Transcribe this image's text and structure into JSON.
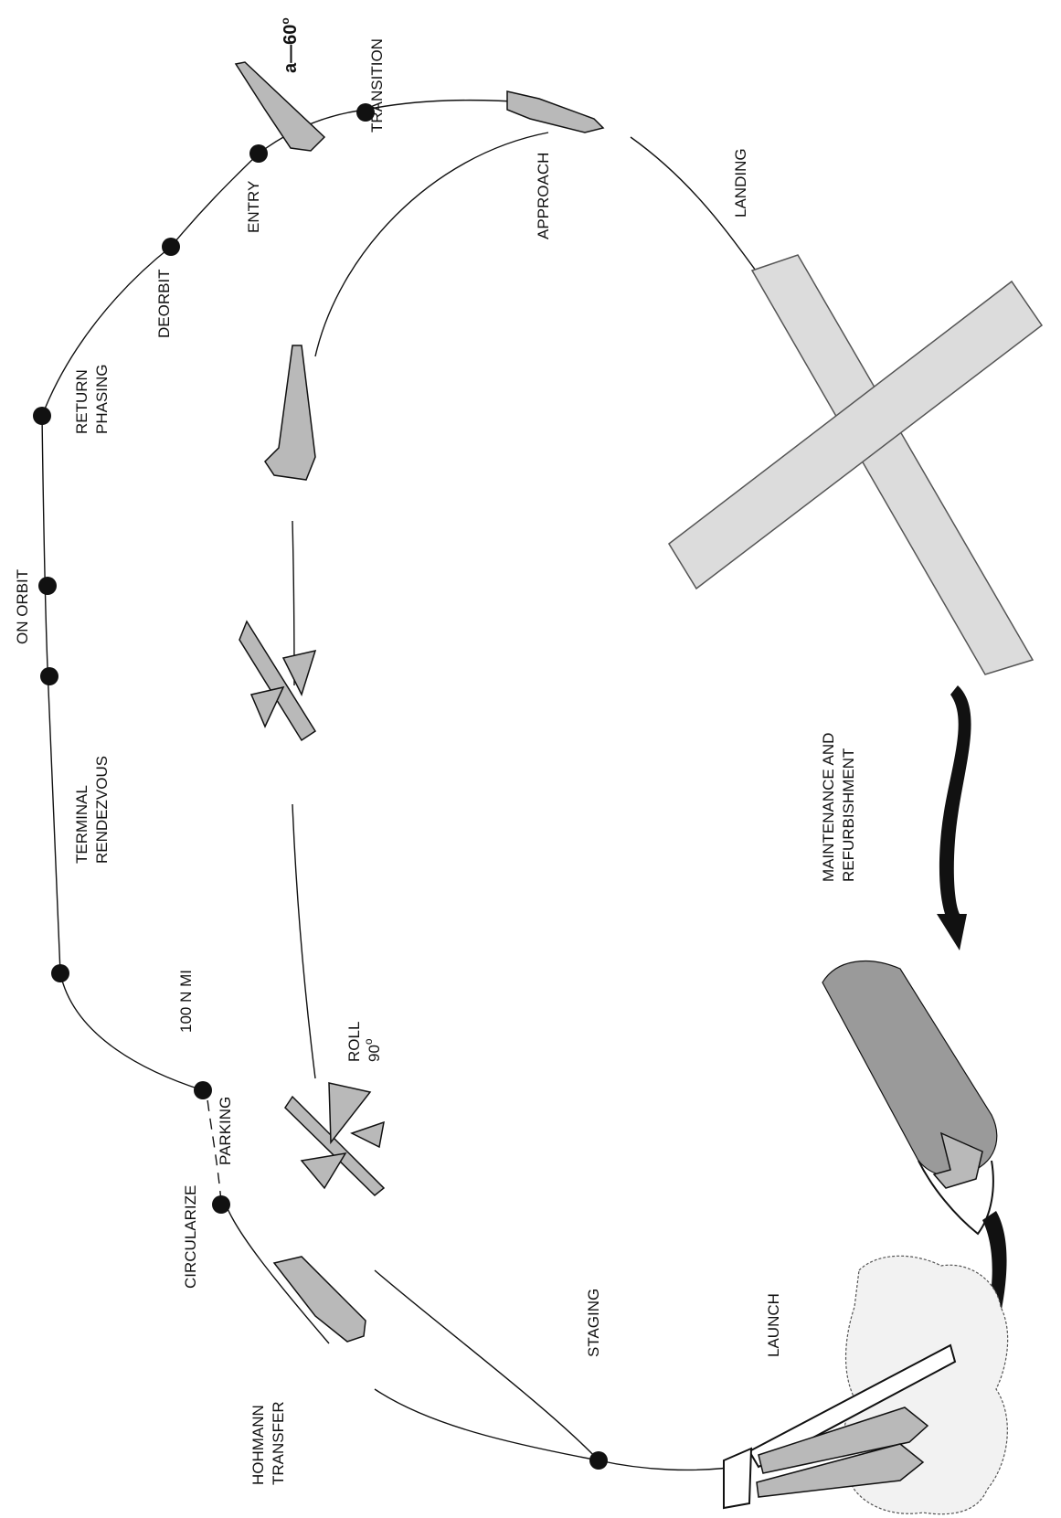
{
  "labels": {
    "hohmann_transfer": [
      "HOHMANN",
      "TRANSFER"
    ],
    "circularize": "CIRCULARIZE",
    "parking": "PARKING",
    "nmi": "100 N MI",
    "terminal_rendezvous": [
      "TERMINAL",
      "RENDEZVOUS"
    ],
    "on_orbit": "ON ORBIT",
    "return_phasing": [
      "RETURN",
      "PHASING"
    ],
    "deorbit": "DEORBIT",
    "entry": "ENTRY",
    "alpha": "a—60",
    "alpha_deg": "o",
    "transition": "TRANSITION",
    "approach": "APPROACH",
    "landing": "LANDING",
    "maintenance": [
      "MAINTENANCE AND",
      "REFURBISHMENT"
    ],
    "launch": "LAUNCH",
    "staging": "STAGING",
    "roll": "ROLL",
    "roll_angle": "90",
    "roll_deg": "o"
  },
  "colors": {
    "ink": "#111111",
    "vehicle_fill": "#b9b9b9",
    "runway_fill": "#dcdcdc"
  }
}
